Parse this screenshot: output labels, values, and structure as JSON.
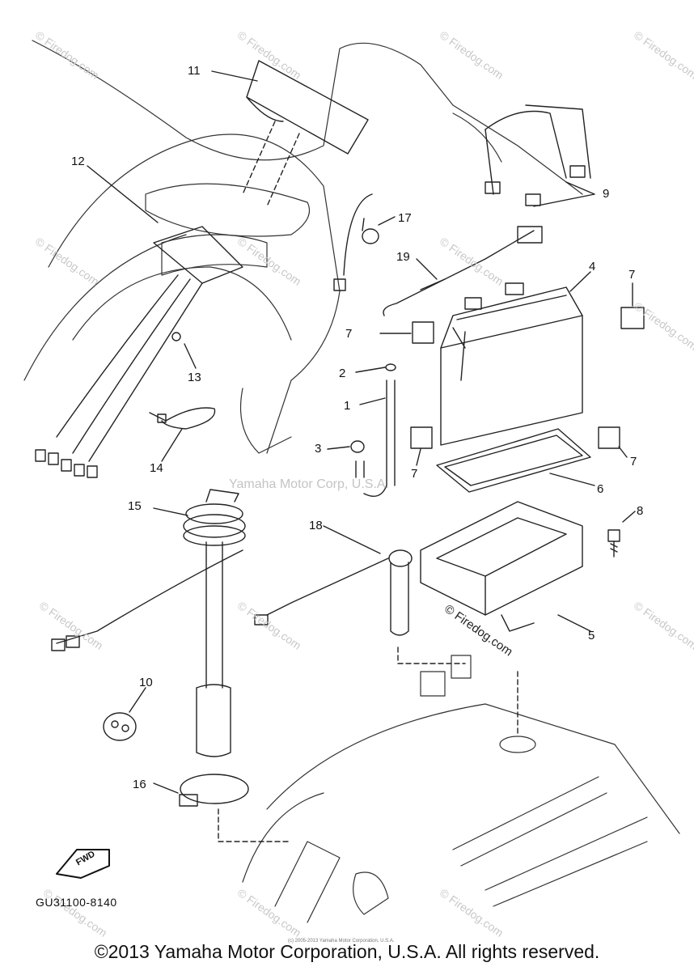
{
  "callouts": [
    {
      "id": "c11",
      "label": "11"
    },
    {
      "id": "c12",
      "label": "12"
    },
    {
      "id": "c9",
      "label": "9"
    },
    {
      "id": "c17",
      "label": "17"
    },
    {
      "id": "c19",
      "label": "19"
    },
    {
      "id": "c4",
      "label": "4"
    },
    {
      "id": "c7a",
      "label": "7"
    },
    {
      "id": "c7b",
      "label": "7"
    },
    {
      "id": "c2",
      "label": "2"
    },
    {
      "id": "c1",
      "label": "1"
    },
    {
      "id": "c13",
      "label": "13"
    },
    {
      "id": "c3",
      "label": "3"
    },
    {
      "id": "c7c",
      "label": "7"
    },
    {
      "id": "c7d",
      "label": "7"
    },
    {
      "id": "c14",
      "label": "14"
    },
    {
      "id": "c6",
      "label": "6"
    },
    {
      "id": "c15",
      "label": "15"
    },
    {
      "id": "c18",
      "label": "18"
    },
    {
      "id": "c8",
      "label": "8"
    },
    {
      "id": "c5",
      "label": "5"
    },
    {
      "id": "c10",
      "label": "10"
    },
    {
      "id": "c16",
      "label": "16"
    }
  ],
  "watermark_center": "Yamaha Motor Corp, U.S.A.",
  "watermark_site": "© Firedog.com",
  "diagram_code": "GU31100-8140",
  "fwd_label": "FWD",
  "tiny_copyright": "(c) 2005-2013 Yamaha Motor Corporation, U.S.A.",
  "copyright": "©2013 Yamaha Motor Corporation, U.S.A. All rights reserved."
}
